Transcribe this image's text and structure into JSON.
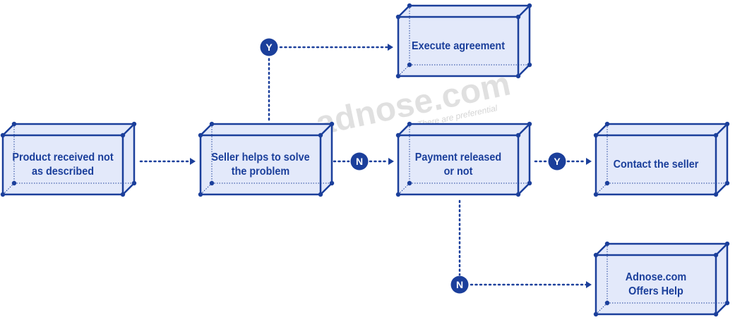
{
  "colors": {
    "stroke": "#1b3f9b",
    "fill": "#e3e9fa",
    "node": "#1b3f9b"
  },
  "watermark": {
    "brand": "adnose.com",
    "tagline": "There are preferential"
  },
  "boxes": [
    {
      "id": "product",
      "label_line1": "Product received not",
      "label_line2": "as described"
    },
    {
      "id": "seller",
      "label_line1": "Seller helps to solve",
      "label_line2": "the problem"
    },
    {
      "id": "payment",
      "label_line1": "Payment released",
      "label_line2": "or not"
    },
    {
      "id": "contact",
      "label_line1": "Contact the seller",
      "label_line2": ""
    },
    {
      "id": "execute",
      "label_line1": "Execute agreement",
      "label_line2": ""
    },
    {
      "id": "adnose",
      "label_line1": "Adnose.com",
      "label_line2": "Offers Help"
    }
  ],
  "decisions": [
    {
      "id": "seller-yes",
      "label": "Y"
    },
    {
      "id": "seller-no",
      "label": "N"
    },
    {
      "id": "payment-yes",
      "label": "Y"
    },
    {
      "id": "payment-no",
      "label": "N"
    }
  ]
}
